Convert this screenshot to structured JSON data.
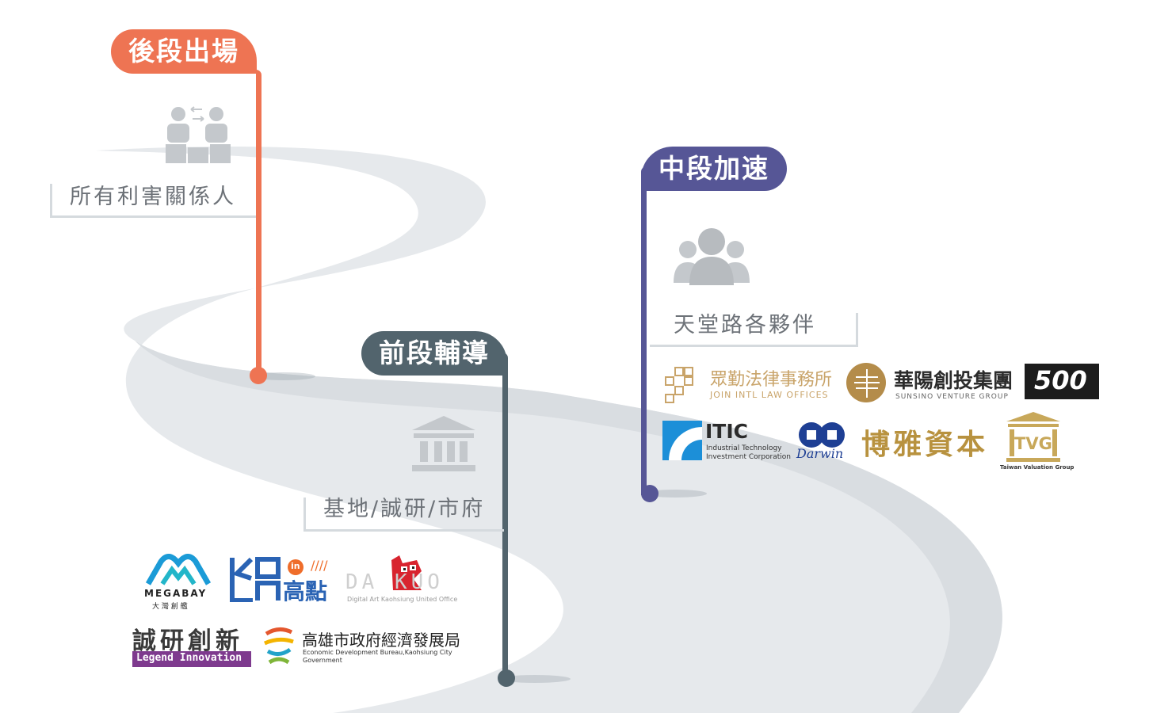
{
  "stages": {
    "late": {
      "title": "後段出場",
      "color": "#ee7453",
      "category": "所有利害關係人",
      "icon": "people-exchange-icon"
    },
    "middle": {
      "title": "中段加速",
      "color": "#565696",
      "category": "天堂路各夥伴",
      "icon": "group-icon"
    },
    "early": {
      "title": "前段輔導",
      "color": "#52646d",
      "category": "基地/誠研/市府",
      "icon": "institution-icon"
    }
  },
  "partners": {
    "joinlaw_cn": "眾勤法律事務所",
    "joinlaw_en": "JOIN INTL LAW OFFICES",
    "sunsino_cn": "華陽創投集團",
    "sunsino_en": "SUNSINO VENTURE GROUP",
    "five_hundred": "500",
    "itic_title": "ITIC",
    "itic_sub1": "Industrial Technology",
    "itic_sub2": "Investment Corporation",
    "darwin": "Darwin",
    "boya": "博雅資本",
    "tvg": "TVG",
    "tvg_sub": "Taiwan Valuation Group"
  },
  "base": {
    "megabay_en": "MEGABAY",
    "megabay_cn": "大 灣 創 艦",
    "ko_in": "in",
    "ko_cn": "高點",
    "dakuo_word": "DA KUO",
    "dakuo_sub": "Digital Art Kaohsiung United Office",
    "legend_cn": "誠研創新",
    "legend_en": "Legend  Innovation",
    "kcg_cn": "高雄市政府經濟發展局",
    "kcg_en1": "Economic Development Bureau,Kaohsiung City",
    "kcg_en2": "Government"
  }
}
